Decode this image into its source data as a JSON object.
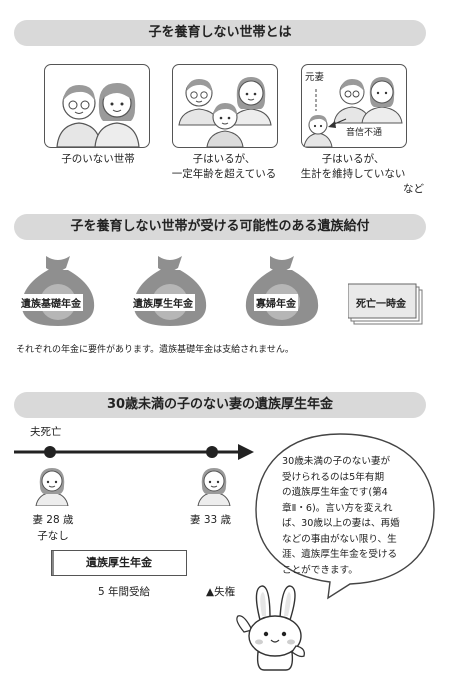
{
  "section1": {
    "title": "子を養育しない世帯とは",
    "panels": [
      {
        "caption": "子のいない世帯"
      },
      {
        "caption_line1": "子はいるが、",
        "caption_line2": "一定年齢を超えている"
      },
      {
        "caption_line1": "子はいるが、",
        "caption_line2": "生計を維持していない",
        "caption_line3": "など",
        "label_exwife": "元妻",
        "label_nocontact": "音信不通"
      }
    ]
  },
  "section2": {
    "title": "子を養育しない世帯が受ける可能性のある遺族給付",
    "benefits": [
      "遺族基礎年金",
      "遺族厚生年金",
      "寡婦年金",
      "死亡一時金"
    ],
    "note": "それぞれの年金に要件があります。遺族基礎年金は支給されません。"
  },
  "section3": {
    "title": "30歳未満の子のない妻の遺族厚生年金",
    "husband_death": "夫死亡",
    "wife_start_line1": "妻 28 歳",
    "wife_start_line2": "子なし",
    "wife_end": "妻 33 歳",
    "bar_label": "遺族厚生年金",
    "duration": "5 年間受給",
    "lapse": "▲失権",
    "bubble_lines": [
      "30歳未満の子のない妻が",
      "受けられるのは5年有期",
      "の遺族厚生年金です(第4",
      "章Ⅱ・6)。言い方を変えれ",
      "ば、30歳以上の妻は、再婚",
      "などの事由がない限り、生",
      "涯、遺族厚生年金を受ける",
      "ことができます。"
    ]
  }
}
